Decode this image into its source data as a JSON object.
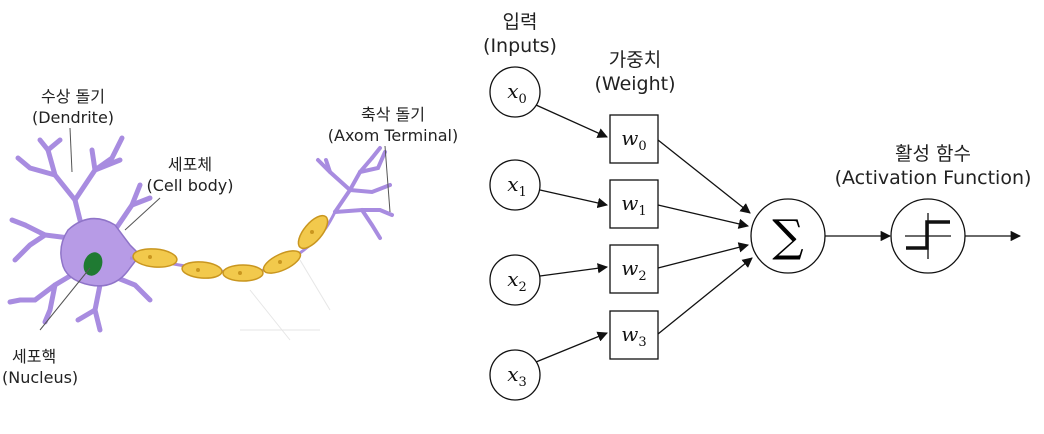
{
  "neuron": {
    "dendrite_ko": "수상 돌기",
    "dendrite_en": "(Dendrite)",
    "cellbody_ko": "세포체",
    "cellbody_en": "(Cell body)",
    "axon_ko": "축삭 돌기",
    "axon_en": "(Axom Terminal)",
    "nucleus_ko": "세포핵",
    "nucleus_en": "(Nucleus)"
  },
  "perceptron": {
    "inputs_ko": "입력",
    "inputs_en": "(Inputs)",
    "weight_ko": "가중치",
    "weight_en": "(Weight)",
    "activation_ko": "활성 함수",
    "activation_en": "(Activation Function)",
    "input_nodes": [
      {
        "var": "x",
        "sub": "0"
      },
      {
        "var": "x",
        "sub": "1"
      },
      {
        "var": "x",
        "sub": "2"
      },
      {
        "var": "x",
        "sub": "3"
      }
    ],
    "weight_nodes": [
      {
        "var": "w",
        "sub": "0"
      },
      {
        "var": "w",
        "sub": "1"
      },
      {
        "var": "w",
        "sub": "2"
      },
      {
        "var": "w",
        "sub": "3"
      }
    ],
    "sum_symbol": "∑"
  },
  "colors": {
    "neuron_body": "#b79be6",
    "neuron_outline": "#8f74c8",
    "myelin": "#f2c94c",
    "myelin_outline": "#c9961f",
    "nucleus": "#1f7a32",
    "line": "#222222"
  }
}
